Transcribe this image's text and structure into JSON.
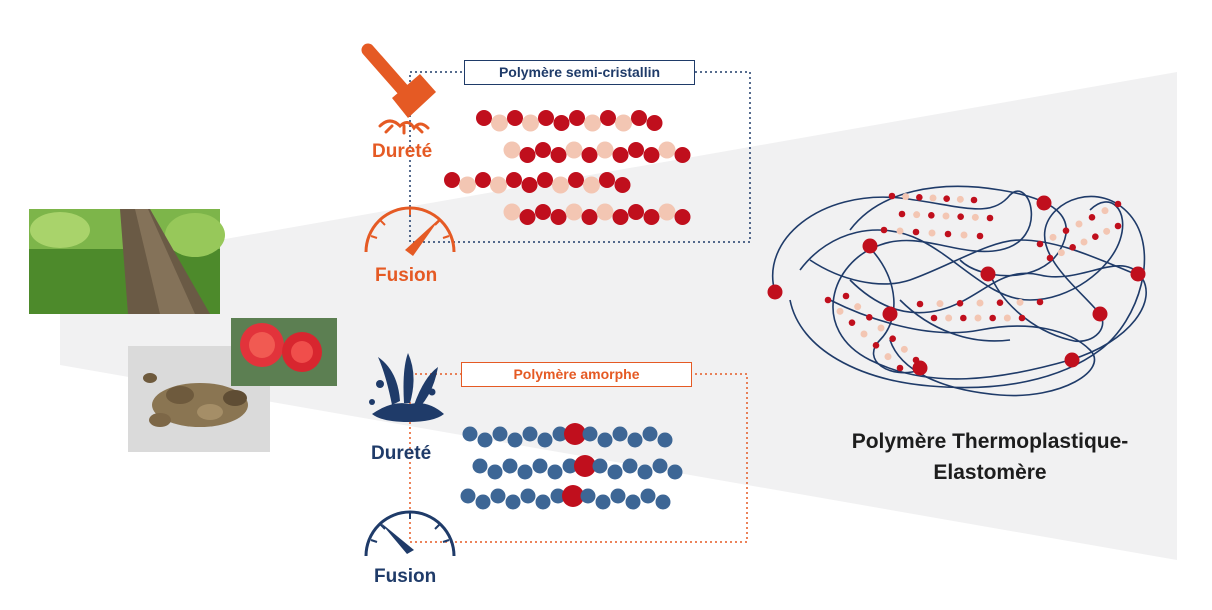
{
  "semi_crystalline": {
    "title": "Polymère semi-cristallin",
    "hardness_label": "Dureté",
    "melting_label": "Fusion",
    "hardness_icon": "hammer-icon",
    "melting_icon": "gauge-high-icon"
  },
  "amorphous": {
    "title": "Polymère amorphe",
    "hardness_label": "Dureté",
    "melting_label": "Fusion",
    "hardness_icon": "splash-icon",
    "melting_icon": "gauge-low-icon"
  },
  "result": {
    "title": "Polymère Thermoplastique-Elastomère"
  },
  "photos": [
    {
      "name": "tree-photo",
      "subject": "tree trunk with green canopy"
    },
    {
      "name": "flower-photo",
      "subject": "red spiky flower"
    },
    {
      "name": "seeds-photo",
      "subject": "pile of seed pods"
    }
  ],
  "colors": {
    "orange": "#e55a24",
    "navy": "#1f3b69",
    "red_bead": "#c00f1d",
    "pink_bead": "#f3c6b3",
    "blue_bead": "#3d6695",
    "background_band": "#f1f1f2"
  }
}
